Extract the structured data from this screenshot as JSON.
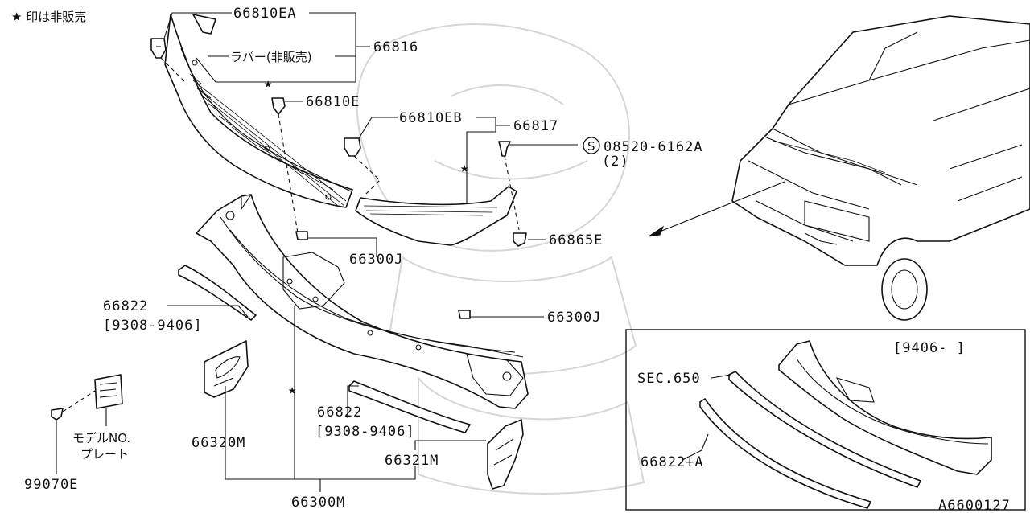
{
  "note": "★ 印は非販売",
  "labels": {
    "p66810EA": "66810EA",
    "p66816": "66816",
    "rubber": "ラバー(非販売)",
    "p66810E": "66810E",
    "p66810EB": "66810EB",
    "p66817": "66817",
    "p08520": "08520-6162A",
    "p08520_qty": "(2)",
    "p66865E": "66865E",
    "p66300J_a": "66300J",
    "p66300J_b": "66300J",
    "p66822_a": "66822",
    "p66822_a_range": "[9308-9406]",
    "p66822_b": "66822",
    "p66822_b_range": "[9308-9406]",
    "model_plate_1": "モデルNO.",
    "model_plate_2": "プレート",
    "p66320M": "66320M",
    "p66321M": "66321M",
    "p66300M": "66300M",
    "p99070E": "99070E",
    "inset_range": "[9406-      ]",
    "sec650": "SEC.650",
    "p66822A": "66822+A",
    "drawing_no": "A6600127"
  },
  "symbols": {
    "star": "★",
    "s_mark": "S"
  }
}
